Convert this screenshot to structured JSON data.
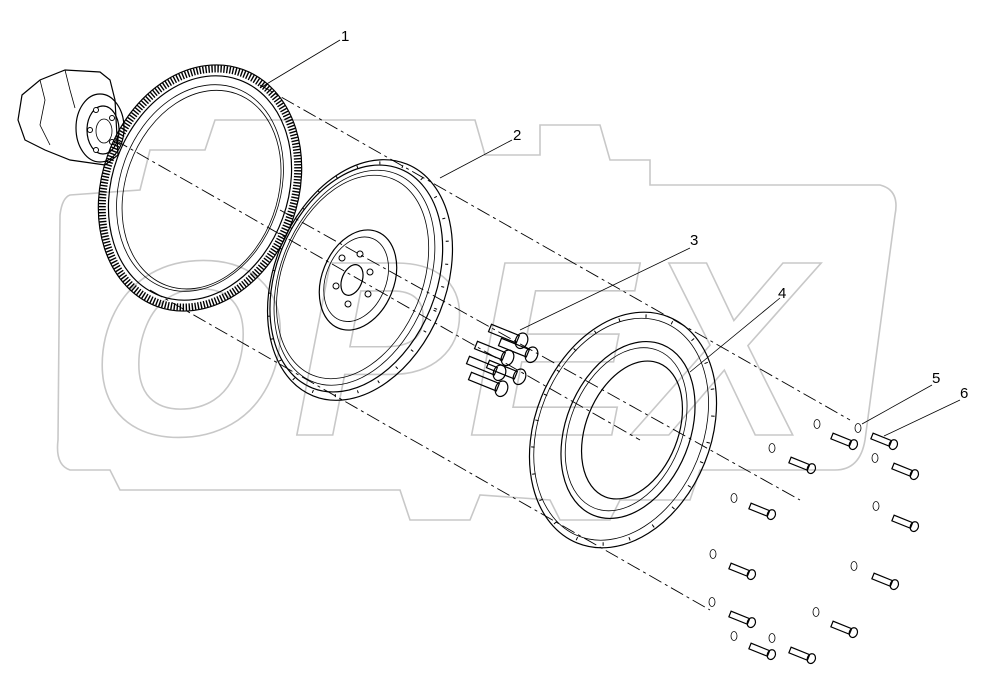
{
  "watermark": {
    "text": "OPEX"
  },
  "callouts": [
    {
      "id": "1",
      "label": "1"
    },
    {
      "id": "2",
      "label": "2"
    },
    {
      "id": "3",
      "label": "3"
    },
    {
      "id": "4",
      "label": "4"
    },
    {
      "id": "5",
      "label": "5"
    },
    {
      "id": "6",
      "label": "6"
    }
  ]
}
